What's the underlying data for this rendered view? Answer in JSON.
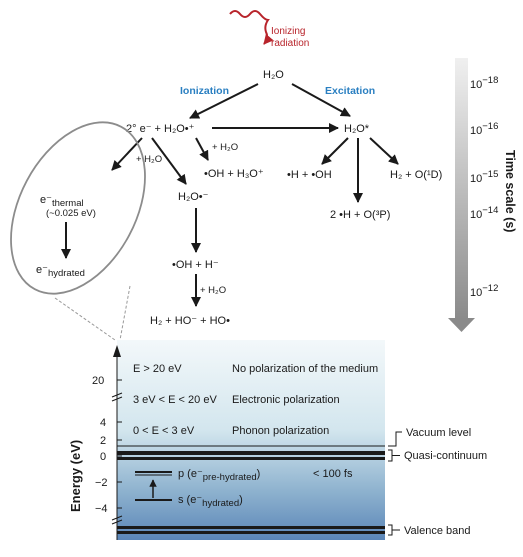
{
  "radiation": {
    "label_line1": "Ionizing",
    "label_line2": "radiation"
  },
  "reactions": {
    "water": "H₂O",
    "ionization": "Ionization",
    "excitation": "Excitation",
    "secondary_electron_prefix": "2° e⁻ + H₂O•⁺",
    "excited_water": "H₂O*",
    "plus_water_1": "+ H₂O",
    "plus_water_2": "+ H₂O",
    "plus_water_3": "+ H₂O",
    "oh_h3o": "•OH + H₃O⁺",
    "h_oh": "•H + •OH",
    "h2_o1d": "H₂ + O(¹D)",
    "h2o_anion": "H₂O•⁻",
    "two_h_o3p": "2 •H + O(³P)",
    "oh_h_minus": "•OH + H⁻",
    "h2_ho_minus_ho": "H₂ + HO⁻ + HO•",
    "e_thermal_symbol": "e⁻",
    "e_thermal_sub": "thermal",
    "e_thermal_energy": "(~0.025 eV)",
    "e_hydrated_symbol": "e⁻",
    "e_hydrated_sub": "hydrated"
  },
  "timescale": {
    "title": "Time scale (s)",
    "ticks": [
      {
        "base": "10",
        "exp": "−18"
      },
      {
        "base": "10",
        "exp": "−16"
      },
      {
        "base": "10",
        "exp": "−15"
      },
      {
        "base": "10",
        "exp": "−14"
      },
      {
        "base": "10",
        "exp": "−12"
      }
    ]
  },
  "energy_panel": {
    "axis_label": "Energy (eV)",
    "ticks": [
      "20",
      "4",
      "2",
      "0",
      "−2",
      "−4"
    ],
    "regions": [
      {
        "range": "E > 20 eV",
        "description": "No polarization of the medium"
      },
      {
        "range": "3 eV < E < 20 eV",
        "description": "Electronic polarization"
      },
      {
        "range": "0 < E < 3 eV",
        "description": "Phonon polarization"
      }
    ],
    "levels": {
      "p_state": "p (e⁻",
      "p_state_sub": "pre-hydrated",
      "p_state_close": ")",
      "p_time": "< 100 fs",
      "s_state": "s (e⁻",
      "s_state_sub": "hydrated",
      "s_state_close": ")"
    },
    "band_labels": [
      "Vacuum level",
      "Quasi-continuum",
      "Valence band"
    ],
    "colors": {
      "ionizing": "#b8242b",
      "process_labels": "#2a7fc1"
    }
  }
}
